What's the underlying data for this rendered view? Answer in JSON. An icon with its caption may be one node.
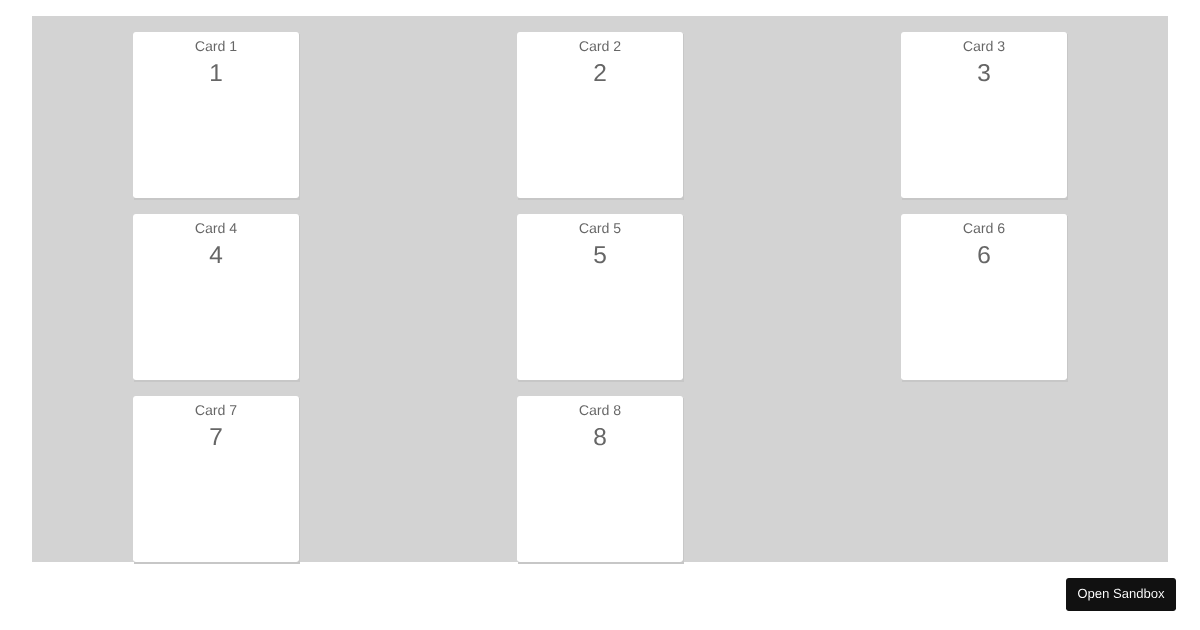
{
  "diagram": {
    "nodes": [
      {
        "text": [],
        "shape": "box"
      },
      {
        "text": [
          "Card 1",
          "1"
        ],
        "in": 0
      },
      {
        "text": [
          "Card 2",
          "2"
        ],
        "in": 0
      },
      {
        "text": [
          "Card 3",
          "3"
        ],
        "in": 0
      },
      {
        "text": [
          "Card 4",
          "4"
        ],
        "in": 0
      },
      {
        "text": [
          "Card 5",
          "5"
        ],
        "in": 0
      },
      {
        "text": [
          "Card 6",
          "6"
        ],
        "in": 0
      },
      {
        "text": [
          "Card 7",
          "7"
        ],
        "in": 0
      },
      {
        "text": [
          "Card 8",
          "8"
        ],
        "in": 0
      },
      {
        "text": [
          "Open Sandbox"
        ]
      }
    ]
  }
}
